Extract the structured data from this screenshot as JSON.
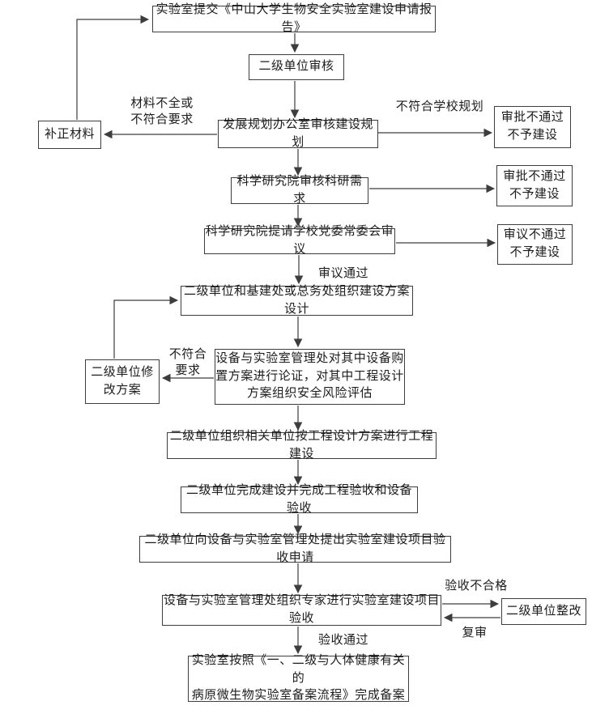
{
  "flowchart": {
    "nodes": {
      "submit_report": "实验室提交《中山大学生物安全实验室建设申请报告》",
      "secondary_unit_review": "二级单位审核",
      "planning_office_review": "发展规划办公室审核建设规划",
      "supplement_materials": "补正材料",
      "not_approved_1": "审批不通过\n不予建设",
      "research_institute_review": "科学研究院审核科研需求",
      "not_approved_2": "审批不通过\n不予建设",
      "party_committee_deliberation": "科学研究院提请学校党委常委会审议",
      "deliberation_rejected": "审议不通过\n不予建设",
      "design_organization": "二级单位和基建处或总务处组织建设方案设计",
      "revise_plan": "二级单位修\n改方案",
      "equipment_lab_management_review": "设备与实验室管理处对其中设备购\n置方案进行论证，对其中工程设计\n方案组织安全风险评估",
      "project_construction": "二级单位组织相关单位按工程设计方案进行工程建设",
      "construction_completion": "二级单位完成建设并完成工程验收和设备验收",
      "acceptance_application": "二级单位向设备与实验室管理处提出实验室建设项目验收申请",
      "expert_acceptance": "设备与实验室管理处组织专家进行实验室建设项目验收",
      "rectification": "二级单位整改",
      "filing_completion": "实验室按照《一、二级与人体健康有关的\n病原微生物实验室备案流程》完成备案"
    },
    "edge_labels": {
      "materials_incomplete": "材料不全或\n不符合要求",
      "not_conform_school_plan": "不符合学校规划",
      "deliberation_passed": "审议通过",
      "not_conform_requirements": "不符合\n要求",
      "acceptance_failed": "验收不合格",
      "re_review": "复审",
      "acceptance_passed": "验收通过"
    },
    "colors": {
      "line": "#3d3d3d",
      "text": "#1c1c1c",
      "background": "#ffffff"
    }
  }
}
